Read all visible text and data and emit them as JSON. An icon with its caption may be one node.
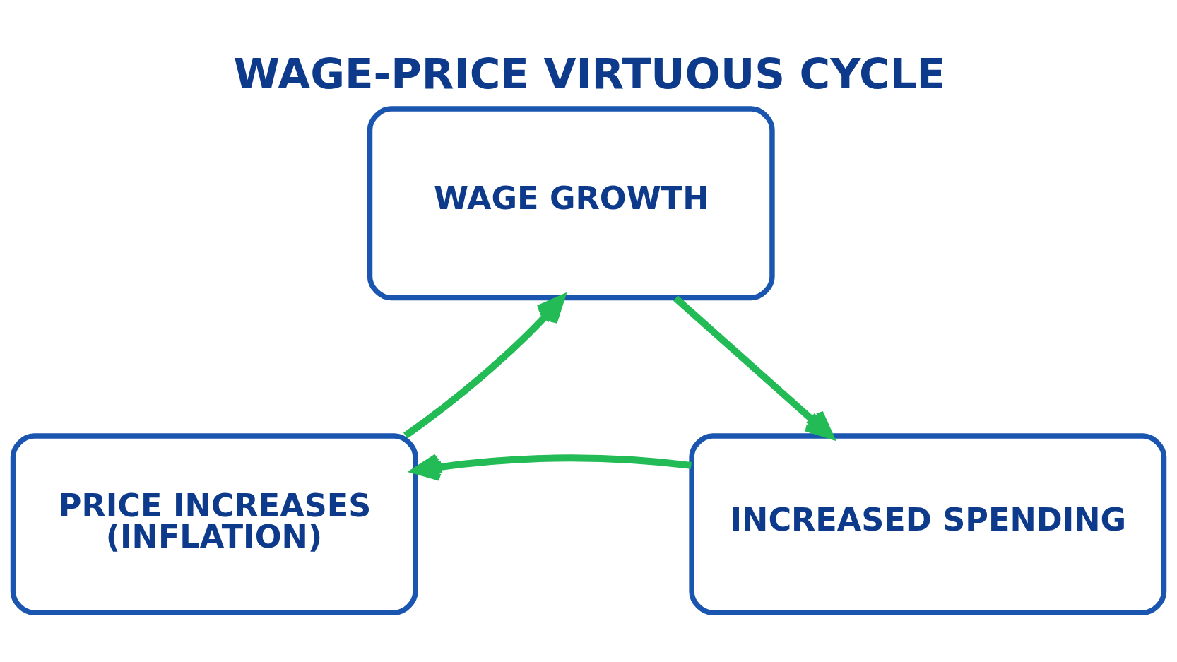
{
  "diagram": {
    "title": "WAGE-PRICE VIRTUOUS CYCLE",
    "nodes": [
      {
        "text": [
          "WAGE GROWTH"
        ]
      },
      {
        "text": [
          "INCREASED SPENDING"
        ]
      },
      {
        "text": [
          "PRICE INCREASES (INFLATION)"
        ]
      }
    ],
    "edges": [
      {
        "from": 0,
        "to": 1,
        "arrow": "to"
      },
      {
        "from": 1,
        "to": 2,
        "arrow": "to"
      },
      {
        "from": 2,
        "to": 0,
        "arrow": "to"
      }
    ]
  }
}
